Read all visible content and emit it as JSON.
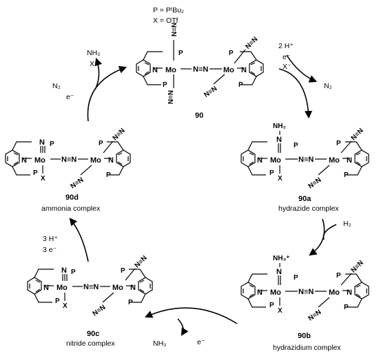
{
  "legend": {
    "line1": "P = PᵗBu₂",
    "line2": "X = OTf"
  },
  "atoms": {
    "mo": "Mo",
    "n": "N",
    "p": "P",
    "x": "X",
    "dinitrogen_terminal": "N≡N",
    "bridge": "N≡N"
  },
  "ligands": {
    "nh2": "NH₂",
    "nh3_plus": "NH₃⁺"
  },
  "compounds": [
    {
      "id": "90",
      "label": "90",
      "description": ""
    },
    {
      "id": "90a",
      "label": "90a",
      "description": "hydrazide complex"
    },
    {
      "id": "90b",
      "label": "90b",
      "description": "hydrazidium complex"
    },
    {
      "id": "90c",
      "label": "90c",
      "description": "nitride complex"
    },
    {
      "id": "90d",
      "label": "90d",
      "description": "ammonia complex"
    }
  ],
  "reagents": {
    "step1_in_line1": "2 H⁺",
    "step1_in_line2": "e⁻",
    "step1_in_line3": "X⁻",
    "step1_out": "N₂",
    "step2_in": "H₂",
    "step3_in": "e⁻",
    "step3_out": "NH₃",
    "step4_in_line1": "3 H⁺",
    "step4_in_line2": "3 e⁻",
    "step5_in": "e⁻",
    "step5_n2": "N₂",
    "step5_out_line1": "NH₃",
    "step5_out_line2": "X⁻"
  }
}
